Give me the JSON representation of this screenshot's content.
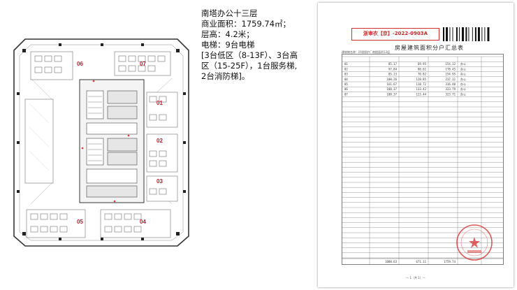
{
  "description": {
    "line1": "南塔办公十三层",
    "line2": "商业面积：1759.74㎡；",
    "line3": "层高：4.2米；",
    "line4": "电梯：9台电梯",
    "line5": "[3台低区（8-13F）、3台高",
    "line6": "区（15-25F），1台服务梯,",
    "line7": "2台消防梯]。"
  },
  "floor_plan": {
    "units": [
      "01",
      "02",
      "03",
      "04",
      "05",
      "06",
      "07"
    ],
    "accent_color": "#c8102e"
  },
  "document": {
    "stamp_label": "浙审农【京】-2022-0903A",
    "title": "房屋建筑面积分户汇总表",
    "meta": "建筑物名称：环境保护厂南楼面积13层",
    "page_number": "— 1（共 1）—",
    "table": {
      "rows": [
        [
          "01",
          "85.17",
          "69.95",
          "154.12",
          "办公"
        ],
        [
          "02",
          "97.84",
          "80.61",
          "178.45",
          "办公"
        ],
        [
          "03",
          "85.13",
          "70.82",
          "154.95",
          "办公"
        ],
        [
          "04",
          "108.26",
          "128.85",
          "237.11",
          "办公"
        ],
        [
          "05",
          "161.67",
          "118.72",
          "316.40",
          "办公"
        ],
        [
          "06",
          "108.37",
          "133.42",
          "323.79",
          "办公"
        ],
        [
          "07",
          "108.37",
          "123.44",
          "323.71",
          "办公"
        ]
      ],
      "totals": [
        "1088.63",
        "671.11",
        "1759.74"
      ]
    },
    "stamp_color": "#d32f2f"
  }
}
